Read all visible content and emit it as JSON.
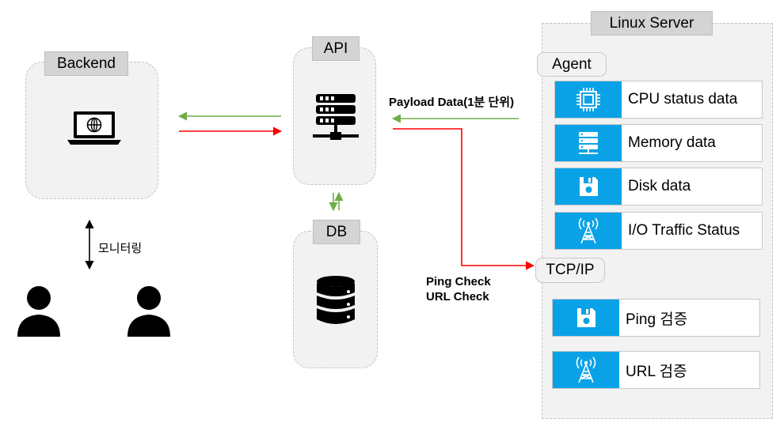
{
  "backend": {
    "label": "Backend",
    "icon": "laptop-globe-icon"
  },
  "api": {
    "label": "API",
    "icon": "server-rack-icon"
  },
  "db": {
    "label": "DB",
    "icon": "database-icon"
  },
  "monitoring": {
    "label": "모니터링",
    "icon": "users-icon"
  },
  "linux_server": {
    "label": "Linux Server",
    "agent": {
      "label": "Agent",
      "items": [
        {
          "label": "CPU status data",
          "icon": "cpu-chip-icon"
        },
        {
          "label": "Memory data",
          "icon": "memory-server-icon"
        },
        {
          "label": "Disk data",
          "icon": "floppy-disk-icon"
        },
        {
          "label": "I/O Traffic Status",
          "icon": "antenna-tower-icon"
        }
      ]
    },
    "tcpip": {
      "label": "TCP/IP",
      "items": [
        {
          "label": "Ping 검증",
          "icon": "floppy-disk-icon"
        },
        {
          "label": "URL 검증",
          "icon": "antenna-tower-icon"
        }
      ]
    }
  },
  "edges": {
    "payload_label": "Payload Data(1분 단위)",
    "check_line1": "Ping Check",
    "check_line2": "URL Check"
  },
  "colors": {
    "green": "#70ad47",
    "red": "#ff0000",
    "accent": "#0aa2e6"
  }
}
